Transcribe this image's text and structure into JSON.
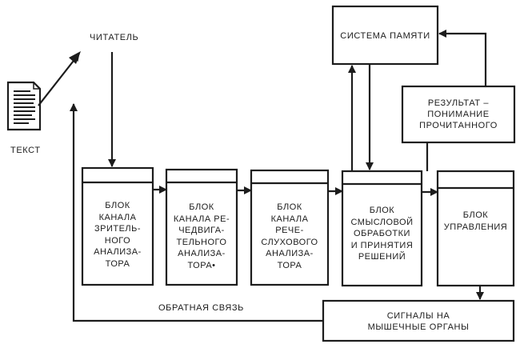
{
  "labels": {
    "reader": "ЧИТАТЕЛЬ",
    "text": "ТЕКСТ",
    "memory_system": "СИСТЕМА ПАМЯТИ",
    "result": "РЕЗУЛЬТАТ –\nПОНИМАНИЕ\nПРОЧИТАННОГО",
    "feedback": "ОБРАТНАЯ СВЯЗЬ",
    "muscle_signals": "СИГНАЛЫ НА\nМЫШЕЧНЫЕ ОРГАНЫ"
  },
  "blocks": [
    {
      "id": "visual",
      "label": "БЛОК\nКАНАЛА\nЗРИТЕЛЬ-\nНОГО\nАНАЛИЗА-\nТОРА"
    },
    {
      "id": "speech-motor",
      "label": "БЛОК\nКАНАЛА РЕ-\nЧЕДВИГА-\nТЕЛЬНОГО\nАНАЛИЗА-\nТОРА•"
    },
    {
      "id": "speech-auditory",
      "label": "БЛОК\nКАНАЛА\nРЕЧЕ-\nСЛУХОВОГО\nАНАЛИЗА-\nТОРА"
    },
    {
      "id": "semantic",
      "label": "БЛОК\nСМЫСЛОВОЙ\nОБРАБОТКИ\nИ ПРИНЯТИЯ\nРЕШЕНИЙ"
    },
    {
      "id": "control",
      "label": "БЛОК\nУПРАВЛЕНИЯ"
    }
  ],
  "colors": {
    "ink": "#1c1c1c",
    "paper": "#ffffff"
  }
}
